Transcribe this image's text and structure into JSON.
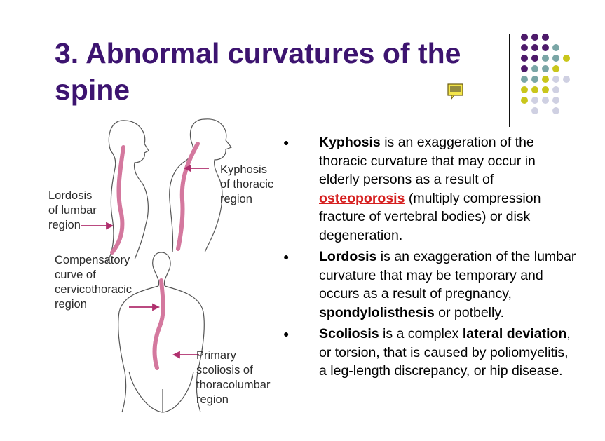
{
  "slide": {
    "title": "3. Abnormal curvatures of the spine",
    "colors": {
      "title": "#3d1470",
      "spine": "#d4789e",
      "arrow": "#b0306e",
      "link": "#d61f1f"
    },
    "icons": [
      "note-icon",
      "dot-grid-decoration"
    ]
  },
  "figure": {
    "labels": {
      "lordosis": "Lordosis\nof lumbar\nregion",
      "kyphosis": "Kyphosis\nof thoracic\nregion",
      "compensatory": "Compensatory\ncurve of\ncervicothoracic\nregion",
      "scoliosis": "Primary\nscoliosis of\nthoracolumbar\nregion"
    }
  },
  "bullets": [
    {
      "term": "Kyphosis",
      "text1": " is an exaggeration of the thoracic curvature that may occur in elderly persons as a result of ",
      "link": "osteoporosis",
      "text2": " (multiply compression fracture of vertebral bodies) or disk degeneration."
    },
    {
      "term": "Lordosis",
      "text1": " is an exaggeration of the lumbar curvature that may be temporary and occurs as a result of pregnancy, ",
      "bold2": "spondylolisthesis",
      "text2": " or potbelly."
    },
    {
      "term": "Scoliosis",
      "text1": " is a complex ",
      "bold2": "lateral deviation",
      "text2": ", or torsion, that is caused by poliomyelitis, a leg-length discrepancy, or hip disease."
    }
  ]
}
